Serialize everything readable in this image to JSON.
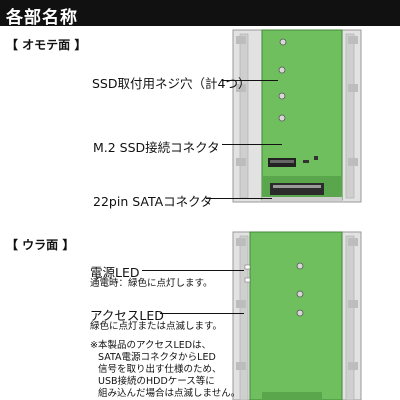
{
  "header": {
    "title": "各部名称"
  },
  "front": {
    "section_title": "【 オモテ面 】",
    "labels": {
      "screw_holes": "SSD取付用ネジ穴（計4つ）",
      "m2_connector": "M.2 SSD接続コネクタ",
      "sata_connector": "22pin SATAコネクタ"
    }
  },
  "back": {
    "section_title": "【 ウラ面 】",
    "power_led": {
      "title": "電源LED",
      "desc": "通電時：緑色に点灯します。"
    },
    "access_led": {
      "title": "アクセスLED",
      "desc": "緑色に点灯または点滅します。"
    },
    "note": [
      "※本製品のアクセスLEDは、",
      "SATA電源コネクタからLED",
      "信号を取り出す仕様のため、",
      "USB接続のHDDケース等に",
      "組み込んだ場合は点滅しません。"
    ]
  },
  "colors": {
    "pcb": "#6fbf5f",
    "bracket": "#d9d9d9",
    "bracket_dark": "#a8a8a8",
    "header_bg": "#111111"
  }
}
